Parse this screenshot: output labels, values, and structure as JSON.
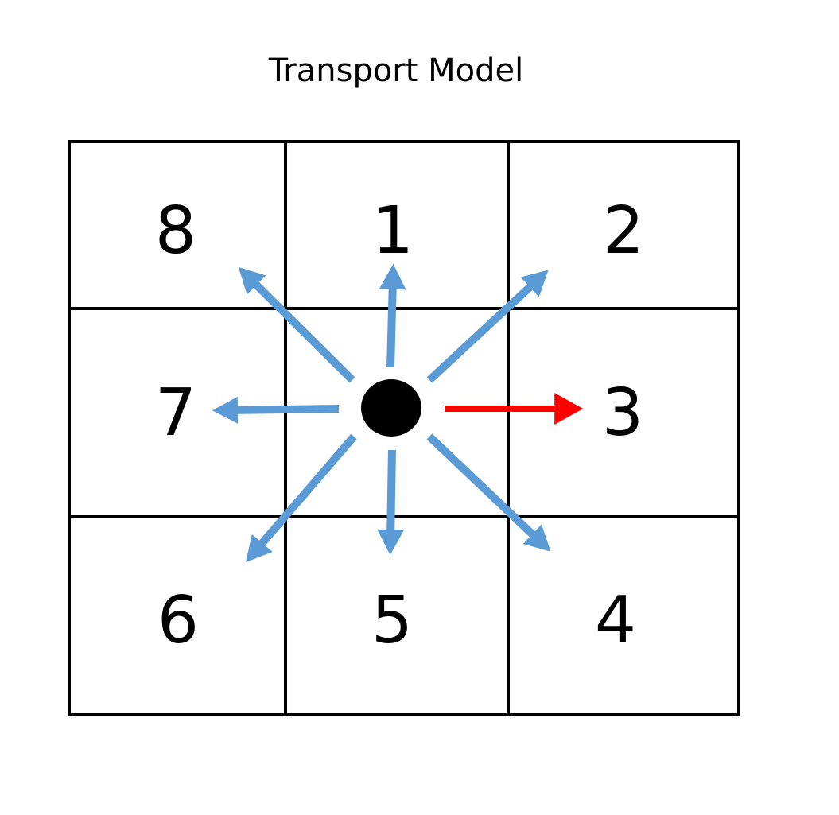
{
  "title": "Transport Model",
  "grid": {
    "rows": [
      [
        "8",
        "1",
        "2"
      ],
      [
        "7",
        "",
        "3"
      ],
      [
        "6",
        "5",
        "4"
      ]
    ]
  },
  "colors": {
    "arrow_default": "#5b9bd5",
    "arrow_highlight": "#ff0000",
    "particle": "#000000",
    "grid_line": "#000000",
    "text": "#000000"
  },
  "arrows": [
    {
      "direction": "1",
      "highlighted": false
    },
    {
      "direction": "2",
      "highlighted": false
    },
    {
      "direction": "3",
      "highlighted": true
    },
    {
      "direction": "4",
      "highlighted": false
    },
    {
      "direction": "5",
      "highlighted": false
    },
    {
      "direction": "6",
      "highlighted": false
    },
    {
      "direction": "7",
      "highlighted": false
    },
    {
      "direction": "8",
      "highlighted": false
    }
  ]
}
